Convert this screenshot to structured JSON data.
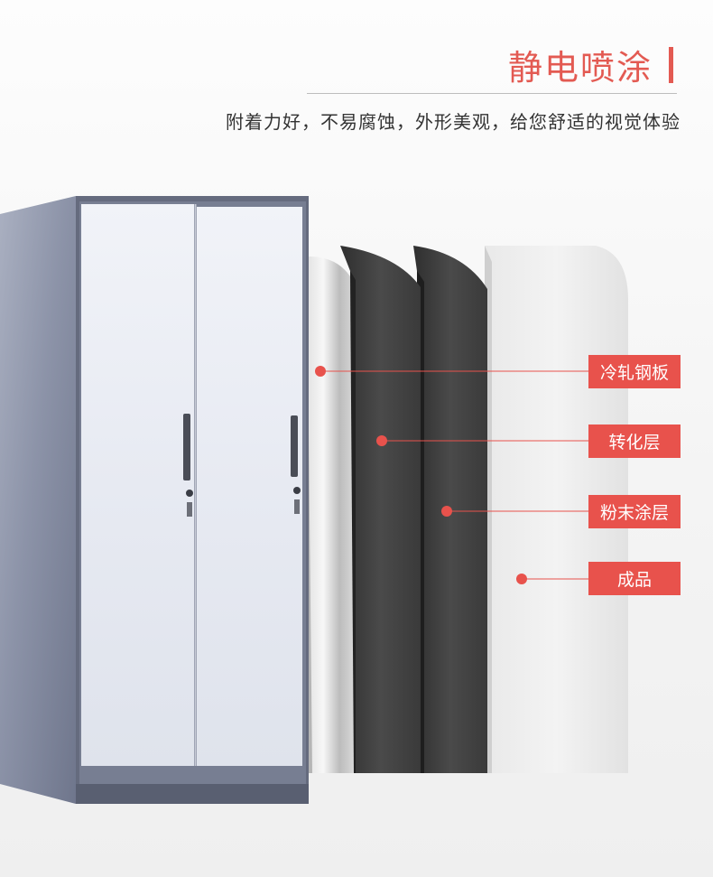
{
  "header": {
    "title": "静电喷涂",
    "subtitle": "附着力好，不易腐蚀，外形美观，给您舒适的视觉体验"
  },
  "layers": [
    {
      "label": "冷轧钢板"
    },
    {
      "label": "转化层"
    },
    {
      "label": "粉末涂层"
    },
    {
      "label": "成品"
    }
  ],
  "colors": {
    "accent": "#e8524c",
    "title": "#e35a52",
    "cabinet_frame": "#6b7183",
    "cabinet_door": "#e9ecf3"
  }
}
